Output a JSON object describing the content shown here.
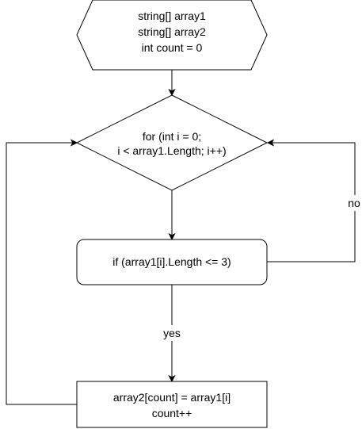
{
  "diagram": {
    "type": "flowchart",
    "nodes": {
      "init": {
        "shape": "hexagon",
        "lines": [
          "string[] array1",
          "string[] array2",
          "int count = 0"
        ]
      },
      "loop": {
        "shape": "diamond",
        "lines": [
          "for (int i = 0;",
          "i < array1.Length; i++)"
        ]
      },
      "condition": {
        "shape": "rounded-rectangle",
        "lines": [
          "if (array1[i].Length <= 3)"
        ]
      },
      "assign": {
        "shape": "rectangle",
        "lines": [
          "array2[count] = array1[i]",
          "count++"
        ]
      }
    },
    "edges": {
      "init_to_loop": {
        "from": "init",
        "to": "loop",
        "label": ""
      },
      "loop_to_condition": {
        "from": "loop",
        "to": "condition",
        "label": ""
      },
      "condition_no": {
        "from": "condition",
        "to": "loop",
        "label": "no"
      },
      "condition_yes": {
        "from": "condition",
        "to": "assign",
        "label": "yes"
      },
      "assign_to_loop": {
        "from": "assign",
        "to": "loop",
        "label": ""
      }
    }
  }
}
